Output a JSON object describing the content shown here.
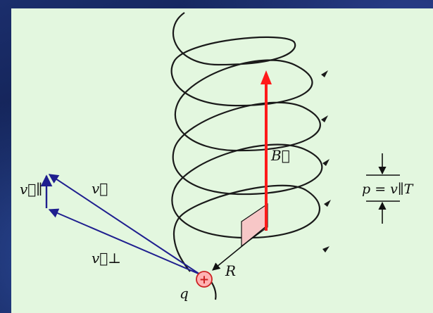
{
  "diagram": {
    "labels": {
      "v_parallel": "v⃗∥",
      "v": "v⃗",
      "v_perp": "v⃗⊥",
      "B": "B⃗",
      "R": "R",
      "q": "q",
      "charge_sign": "+",
      "pitch": "p = v∥T"
    },
    "colors": {
      "panel": "#e3f7df",
      "helix": "#1a1a1a",
      "field_arrow": "#ff1a1a",
      "velocity_vectors": "#1f1f8f",
      "charge_fill": "#ffb3b3",
      "charge_stroke": "#cc2222",
      "plane_fill": "#f7c7c7"
    }
  }
}
